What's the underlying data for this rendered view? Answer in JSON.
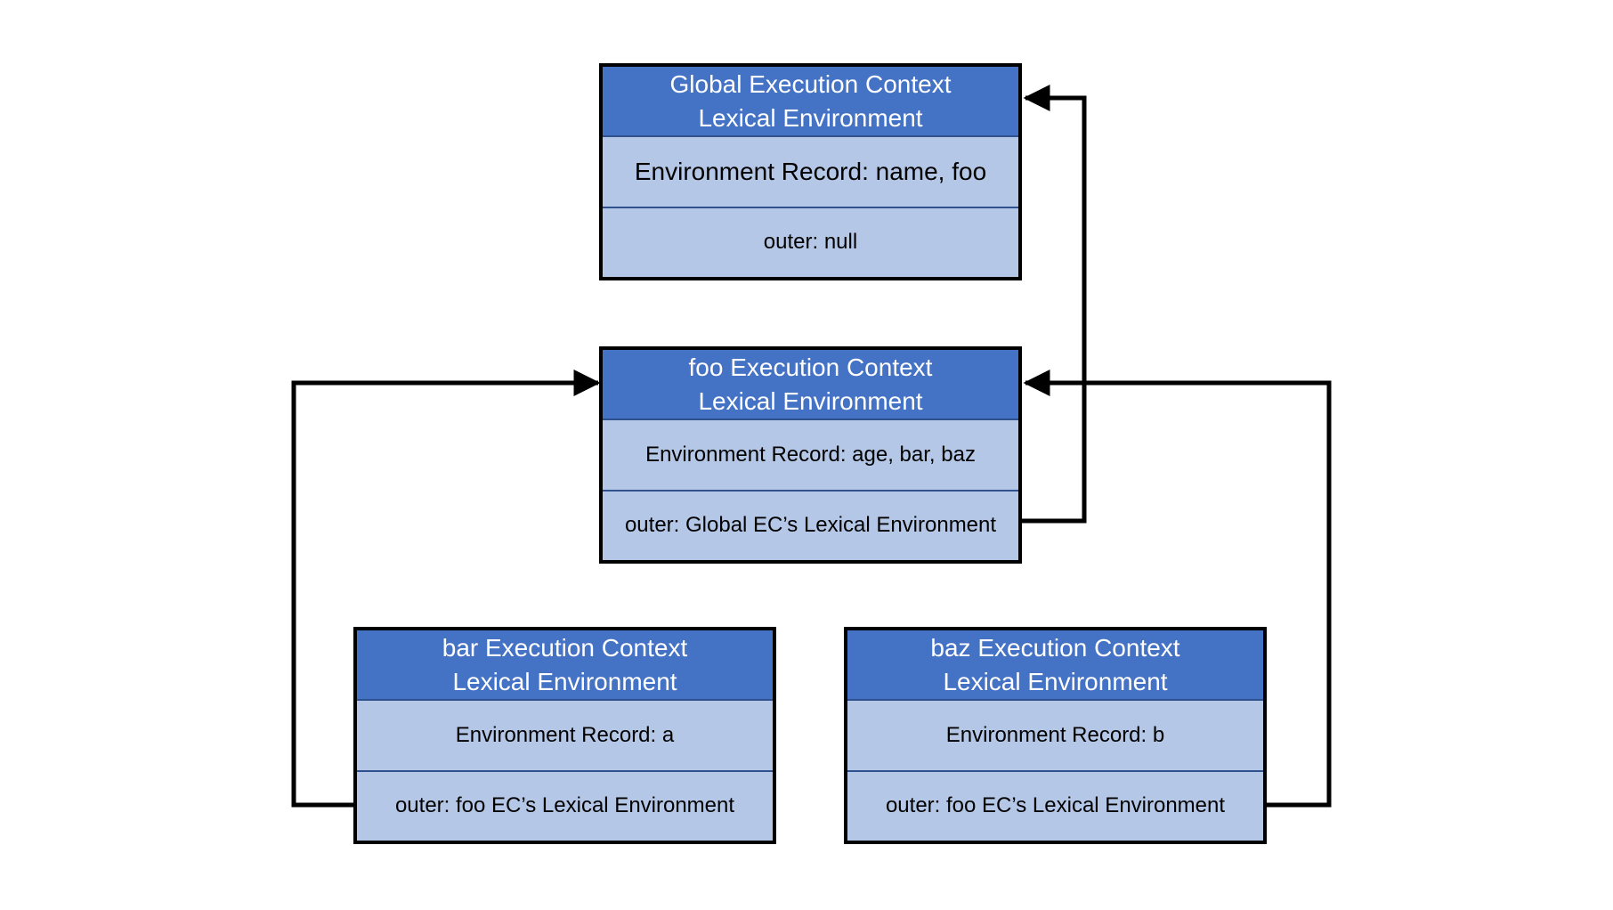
{
  "diagram": {
    "line_color": "#000000",
    "header_color": "#4472c4",
    "body_color": "#b4c7e7",
    "global": {
      "title_line1": "Global Execution Context",
      "title_line2": "Lexical Environment",
      "record": "Environment Record: name, foo",
      "outer": "outer: null"
    },
    "foo": {
      "title_line1": "foo Execution Context",
      "title_line2": "Lexical Environment",
      "record": "Environment Record: age, bar, baz",
      "outer": "outer: Global EC’s Lexical Environment"
    },
    "bar": {
      "title_line1": "bar Execution Context",
      "title_line2": "Lexical Environment",
      "record": "Environment Record: a",
      "outer": "outer: foo EC’s Lexical Environment"
    },
    "baz": {
      "title_line1": "baz Execution Context",
      "title_line2": "Lexical Environment",
      "record": "Environment Record: b",
      "outer": "outer: foo EC’s Lexical Environment"
    }
  }
}
